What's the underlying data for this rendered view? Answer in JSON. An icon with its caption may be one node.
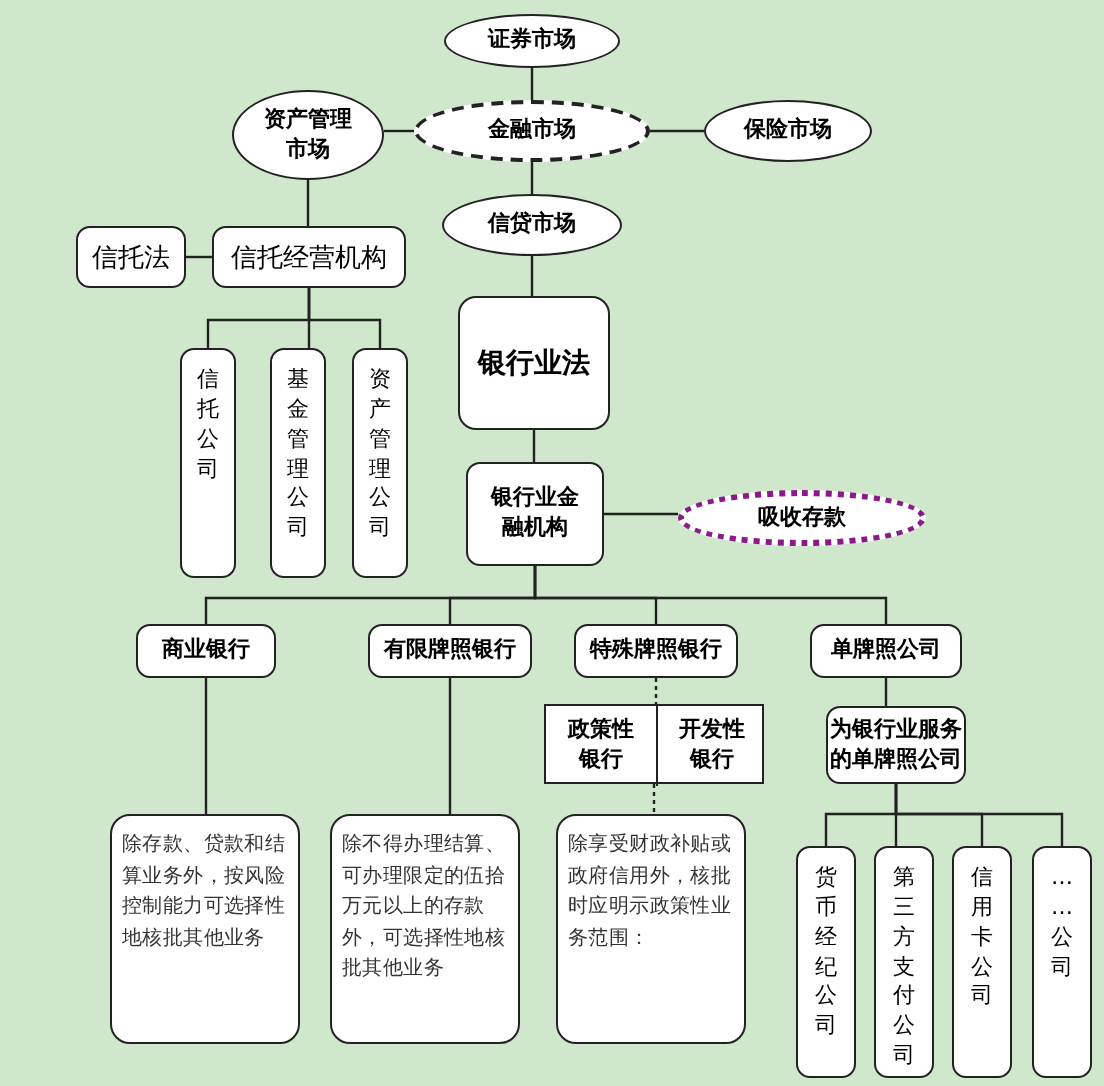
{
  "diagram": {
    "nodes": [
      {
        "text": [
          "证券市场"
        ]
      },
      {
        "text": [
          "资产管理市场"
        ]
      },
      {
        "text": [
          "金融市场"
        ]
      },
      {
        "text": [
          "保险市场"
        ]
      },
      {
        "text": [
          "信贷市场"
        ]
      },
      {
        "text": [
          "信托法"
        ]
      },
      {
        "text": [
          "信托经营机构"
        ]
      },
      {
        "text": [
          "信托公司"
        ]
      },
      {
        "text": [
          "基金管理公司"
        ]
      },
      {
        "text": [
          "资产管理公司"
        ]
      },
      {
        "text": [
          "银行业法"
        ]
      },
      {
        "text": [
          "银行业金融机构"
        ]
      },
      {
        "text": [
          "吸收存款"
        ]
      },
      {
        "text": [
          "商业银行"
        ]
      },
      {
        "text": [
          "有限牌照银行"
        ]
      },
      {
        "text": [
          "特殊牌照银行"
        ]
      },
      {
        "text": [
          "单牌照公司"
        ]
      },
      {
        "text": [],
        "shape": "box"
      },
      {
        "text": [
          "政策性银行"
        ],
        "in": 17
      },
      {
        "text": [
          "开发性银行"
        ],
        "in": 17
      },
      {
        "text": [
          "为银行业服务的单牌照公司"
        ]
      },
      {
        "text": [
          "除存款、贷款和结算业务外，按风险控制能力可选择性地核批其他业务"
        ]
      },
      {
        "text": [
          "除不得办理结算、可办理限定的伍拾万元以上的存款外，可选择性地核批其他业务"
        ]
      },
      {
        "text": [
          "除享受财政补贴或政府信用外，核批时应明示政策性业务范围："
        ]
      },
      {
        "text": [
          "货币经纪公司"
        ]
      },
      {
        "text": [
          "第三方支付公司"
        ]
      },
      {
        "text": [
          "信用卡公司"
        ]
      },
      {
        "text": [
          "……公司"
        ]
      }
    ],
    "edges": [
      {
        "from": 0,
        "to": 2,
        "arrow": "none"
      },
      {
        "from": 2,
        "to": 3,
        "arrow": "none"
      },
      {
        "from": 2,
        "to": 1,
        "arrow": "none"
      },
      {
        "from": 2,
        "to": 4,
        "arrow": "none"
      },
      {
        "from": 1,
        "to": 6,
        "arrow": "none"
      },
      {
        "from": 5,
        "to": 6,
        "arrow": "none"
      },
      {
        "from": 6,
        "to": 7,
        "arrow": "none"
      },
      {
        "from": 6,
        "to": 8,
        "arrow": "none"
      },
      {
        "from": 6,
        "to": 9,
        "arrow": "none"
      },
      {
        "from": 4,
        "to": 10,
        "arrow": "none"
      },
      {
        "from": 10,
        "to": 11,
        "arrow": "none"
      },
      {
        "from": 11,
        "to": 12,
        "arrow": "none"
      },
      {
        "from": 11,
        "to": 13,
        "arrow": "none"
      },
      {
        "from": 11,
        "to": 14,
        "arrow": "none"
      },
      {
        "from": 11,
        "to": 15,
        "arrow": "none"
      },
      {
        "from": 11,
        "to": 16,
        "arrow": "none"
      },
      {
        "from": 15,
        "to": 17,
        "arrow": "none",
        "style": "dashed"
      },
      {
        "from": 17,
        "to": 23,
        "arrow": "none",
        "style": "dashed"
      },
      {
        "from": 13,
        "to": 21,
        "arrow": "none"
      },
      {
        "from": 14,
        "to": 22,
        "arrow": "none"
      },
      {
        "from": 16,
        "to": 20,
        "arrow": "none"
      },
      {
        "from": 20,
        "to": 24,
        "arrow": "none"
      },
      {
        "from": 20,
        "to": 25,
        "arrow": "none"
      },
      {
        "from": 20,
        "to": 26,
        "arrow": "none"
      },
      {
        "from": 20,
        "to": 27,
        "arrow": "none"
      }
    ]
  }
}
